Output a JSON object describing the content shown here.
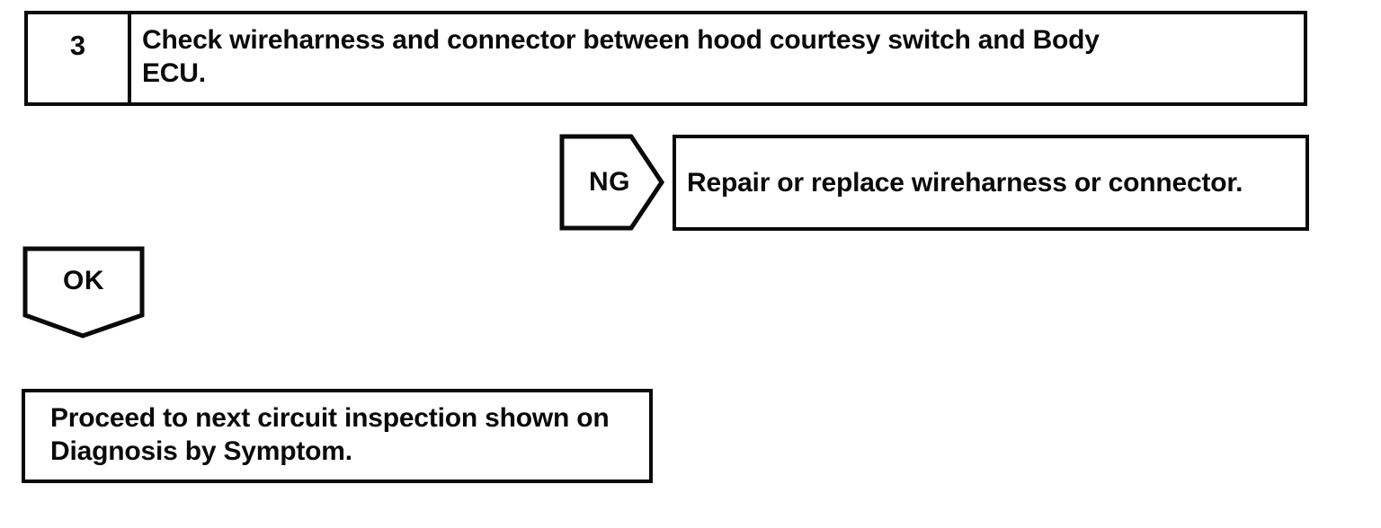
{
  "colors": {
    "ink": "#0a0a0a",
    "background": "#ffffff"
  },
  "step_box": {
    "number": "3",
    "instruction_lines": [
      "Check wireharness and connector between hood courtesy switch and Body",
      "ECU."
    ]
  },
  "ng_branch": {
    "connector_label": "NG",
    "action": "Repair or replace wireharness or connector."
  },
  "ok_branch": {
    "connector_label": "OK",
    "action_lines": [
      "Proceed to next circuit inspection shown on",
      "Diagnosis by Symptom."
    ]
  }
}
